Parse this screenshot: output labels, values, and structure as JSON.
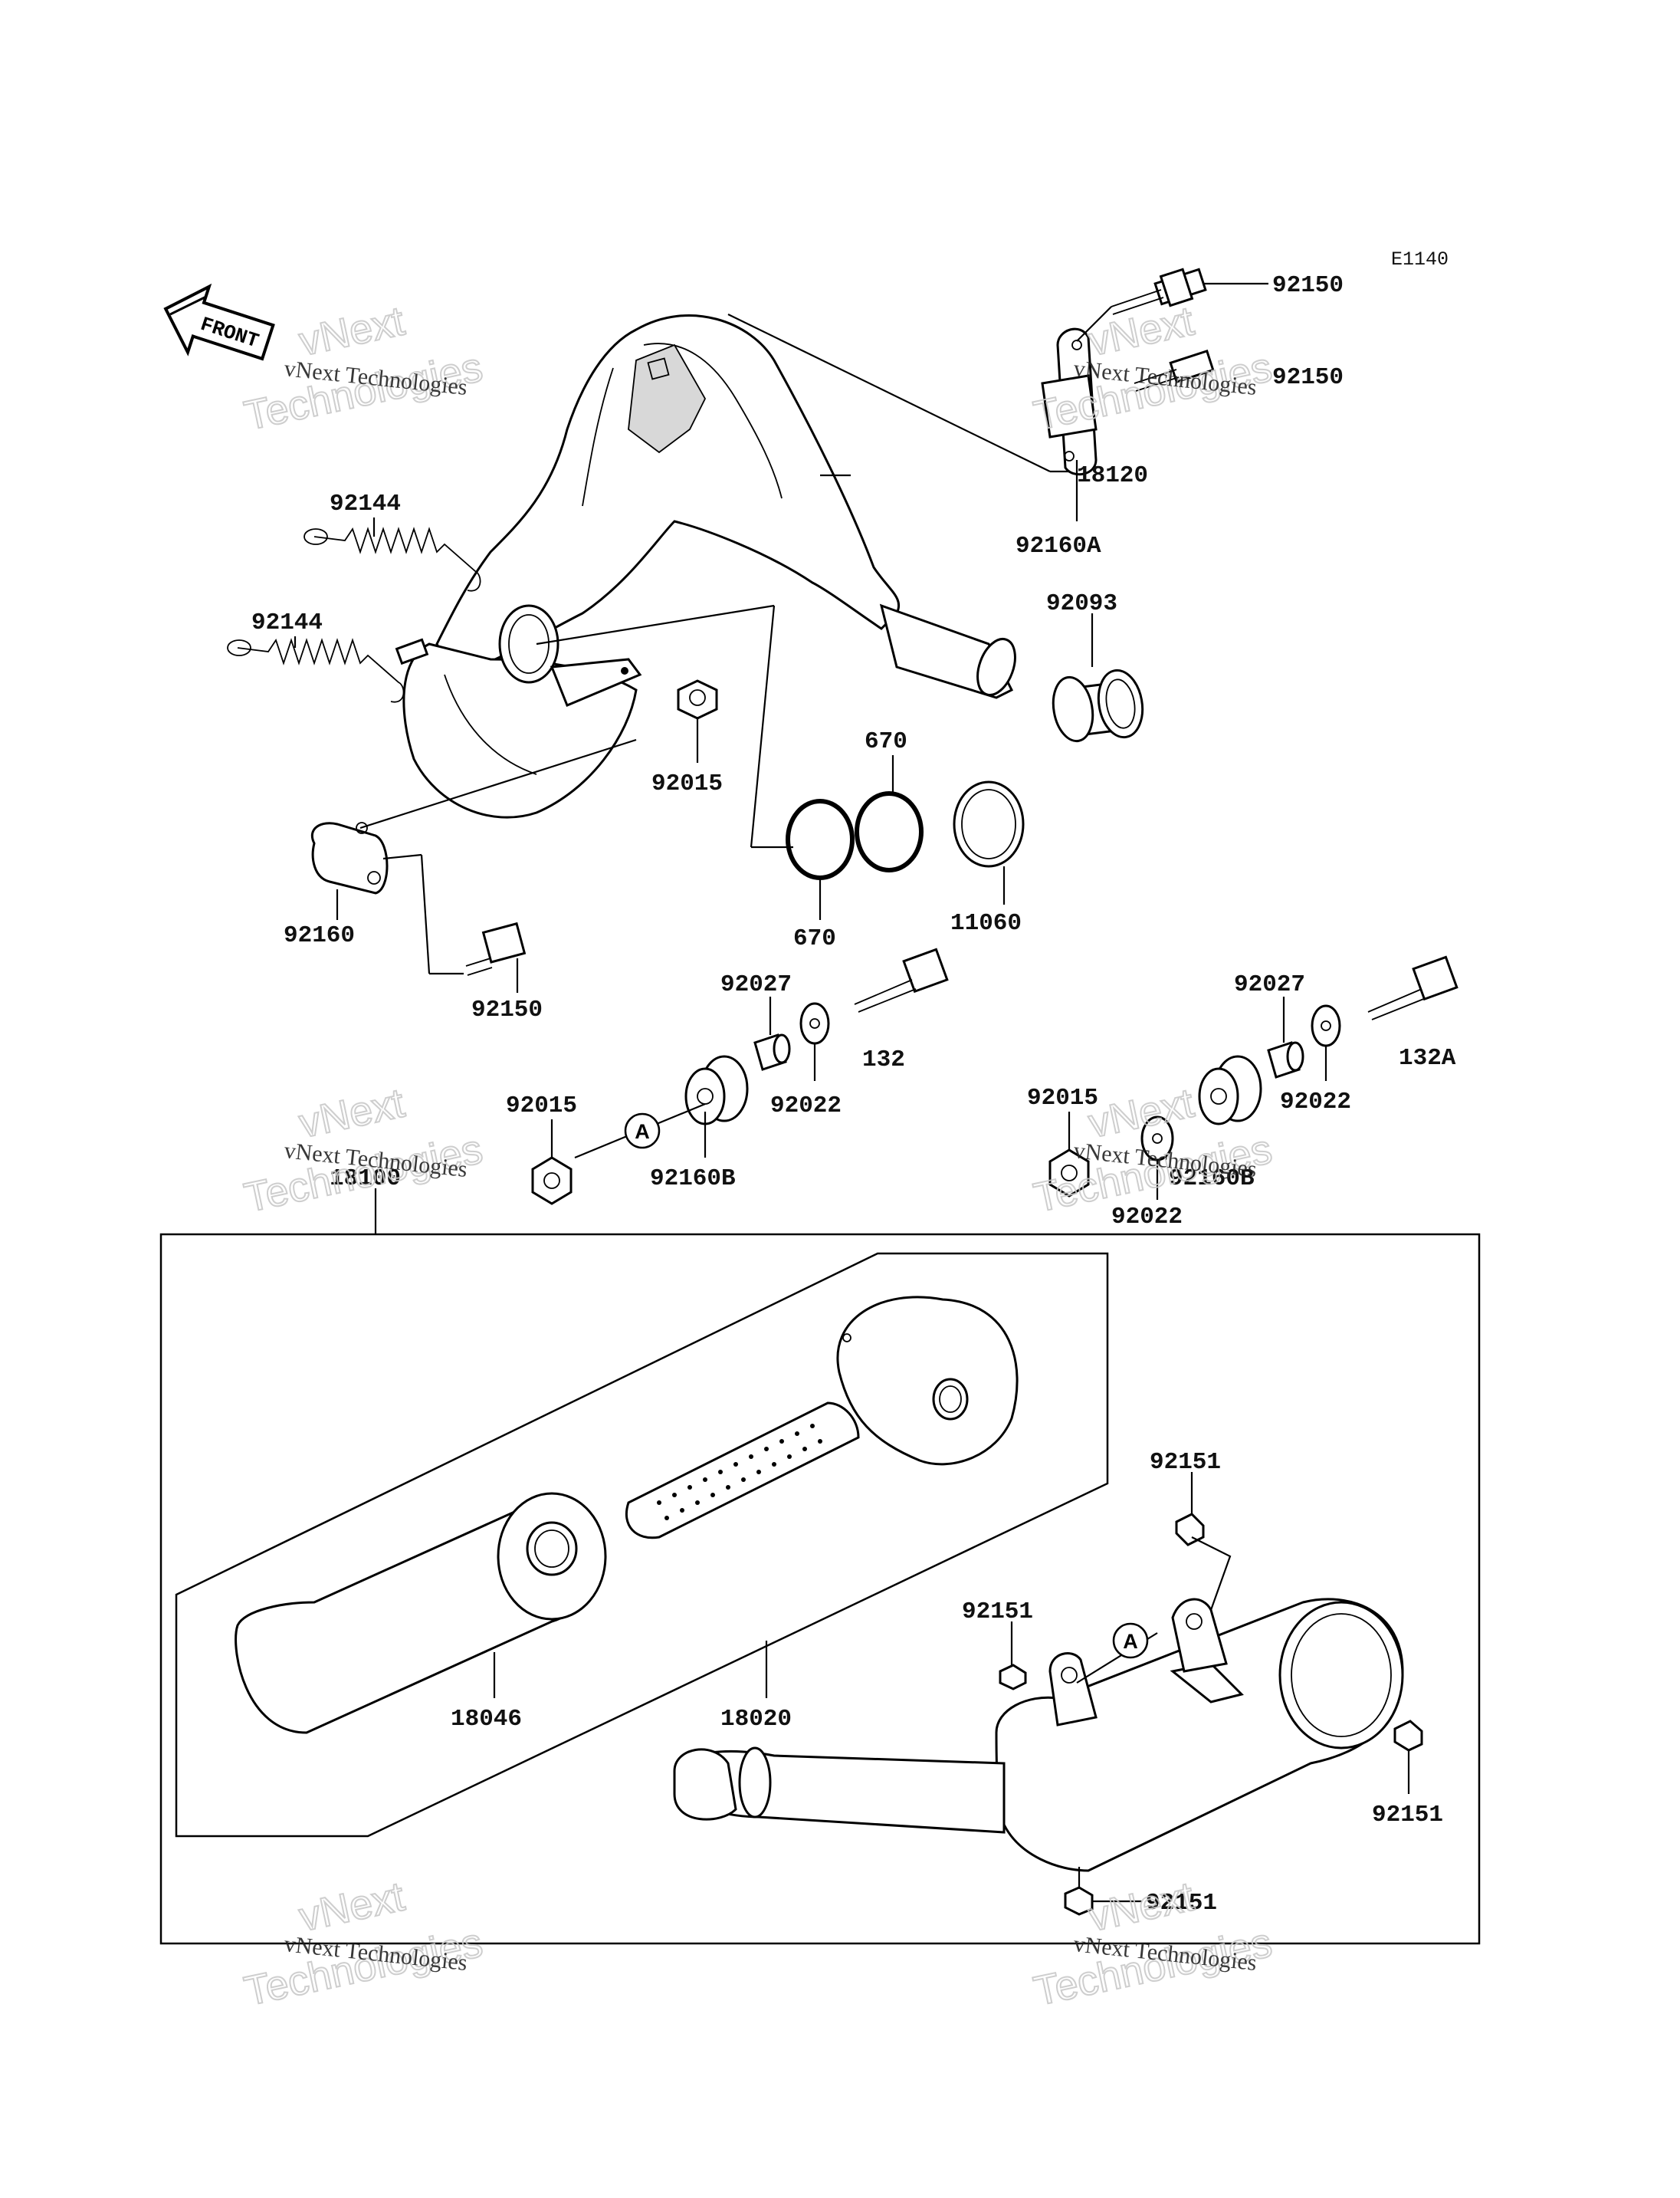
{
  "diagram_code": "E1140",
  "front_label": "FRONT",
  "watermark": {
    "line1": "vNext Technologies",
    "line2": "Technologies",
    "line3": "vNext"
  },
  "part_labels": [
    {
      "id": "p-92150-a",
      "text": "92150"
    },
    {
      "id": "p-92150-b",
      "text": "92150"
    },
    {
      "id": "p-18120",
      "text": "18120"
    },
    {
      "id": "p-92160A",
      "text": "92160A"
    },
    {
      "id": "p-92093",
      "text": "92093"
    },
    {
      "id": "p-92144-a",
      "text": "92144"
    },
    {
      "id": "p-92144-b",
      "text": "92144"
    },
    {
      "id": "p-92015-a",
      "text": "92015"
    },
    {
      "id": "p-670-a",
      "text": "670"
    },
    {
      "id": "p-670-b",
      "text": "670"
    },
    {
      "id": "p-11060",
      "text": "11060"
    },
    {
      "id": "p-92160",
      "text": "92160"
    },
    {
      "id": "p-92150-c",
      "text": "92150"
    },
    {
      "id": "p-92027-a",
      "text": "92027"
    },
    {
      "id": "p-132",
      "text": "132"
    },
    {
      "id": "p-92022-a",
      "text": "92022"
    },
    {
      "id": "p-92015-b",
      "text": "92015"
    },
    {
      "id": "p-92160B",
      "text": "92160B"
    },
    {
      "id": "p-18100",
      "text": "18100"
    },
    {
      "id": "p-92027-b",
      "text": "92027"
    },
    {
      "id": "p-132A",
      "text": "132A"
    },
    {
      "id": "p-92022-b",
      "text": "92022"
    },
    {
      "id": "p-92015-c",
      "text": "92015"
    },
    {
      "id": "p-92160B-b",
      "text": "92160B"
    },
    {
      "id": "p-92022-c",
      "text": "92022"
    },
    {
      "id": "p-92151-a",
      "text": "92151"
    },
    {
      "id": "p-92151-b",
      "text": "92151"
    },
    {
      "id": "p-92151-c",
      "text": "92151"
    },
    {
      "id": "p-92151-d",
      "text": "92151"
    },
    {
      "id": "p-18046",
      "text": "18046"
    },
    {
      "id": "p-18020",
      "text": "18020"
    }
  ],
  "callout_marker": "A"
}
